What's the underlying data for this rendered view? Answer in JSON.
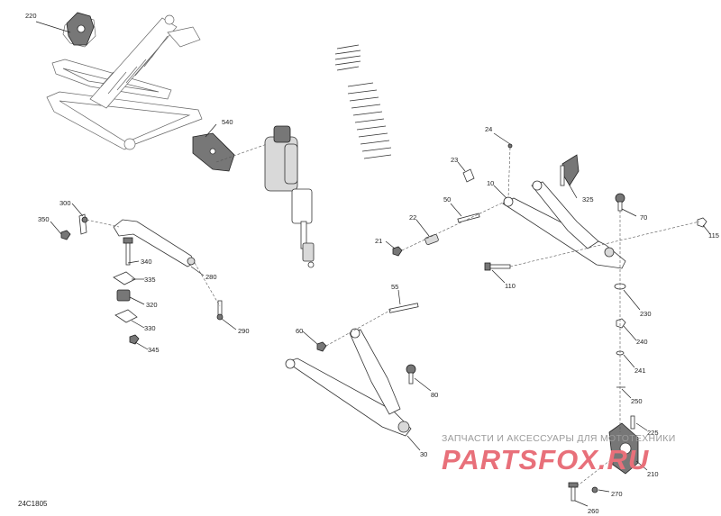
{
  "reference_code": "24C1805",
  "watermark": {
    "tagline": "ЗАПЧАСТИ И АКСЕССУАРЫ ДЛЯ МОТОТЕХНИКИ",
    "brand": "PARTSFOX.RU"
  },
  "callouts": [
    "220",
    "540",
    "24",
    "23",
    "10",
    "325",
    "70",
    "115",
    "300",
    "350",
    "340",
    "335",
    "320",
    "330",
    "345",
    "280",
    "290",
    "22",
    "21",
    "50",
    "110",
    "230",
    "55",
    "60",
    "80",
    "240",
    "241",
    "250",
    "225",
    "210",
    "30",
    "270",
    "260"
  ]
}
